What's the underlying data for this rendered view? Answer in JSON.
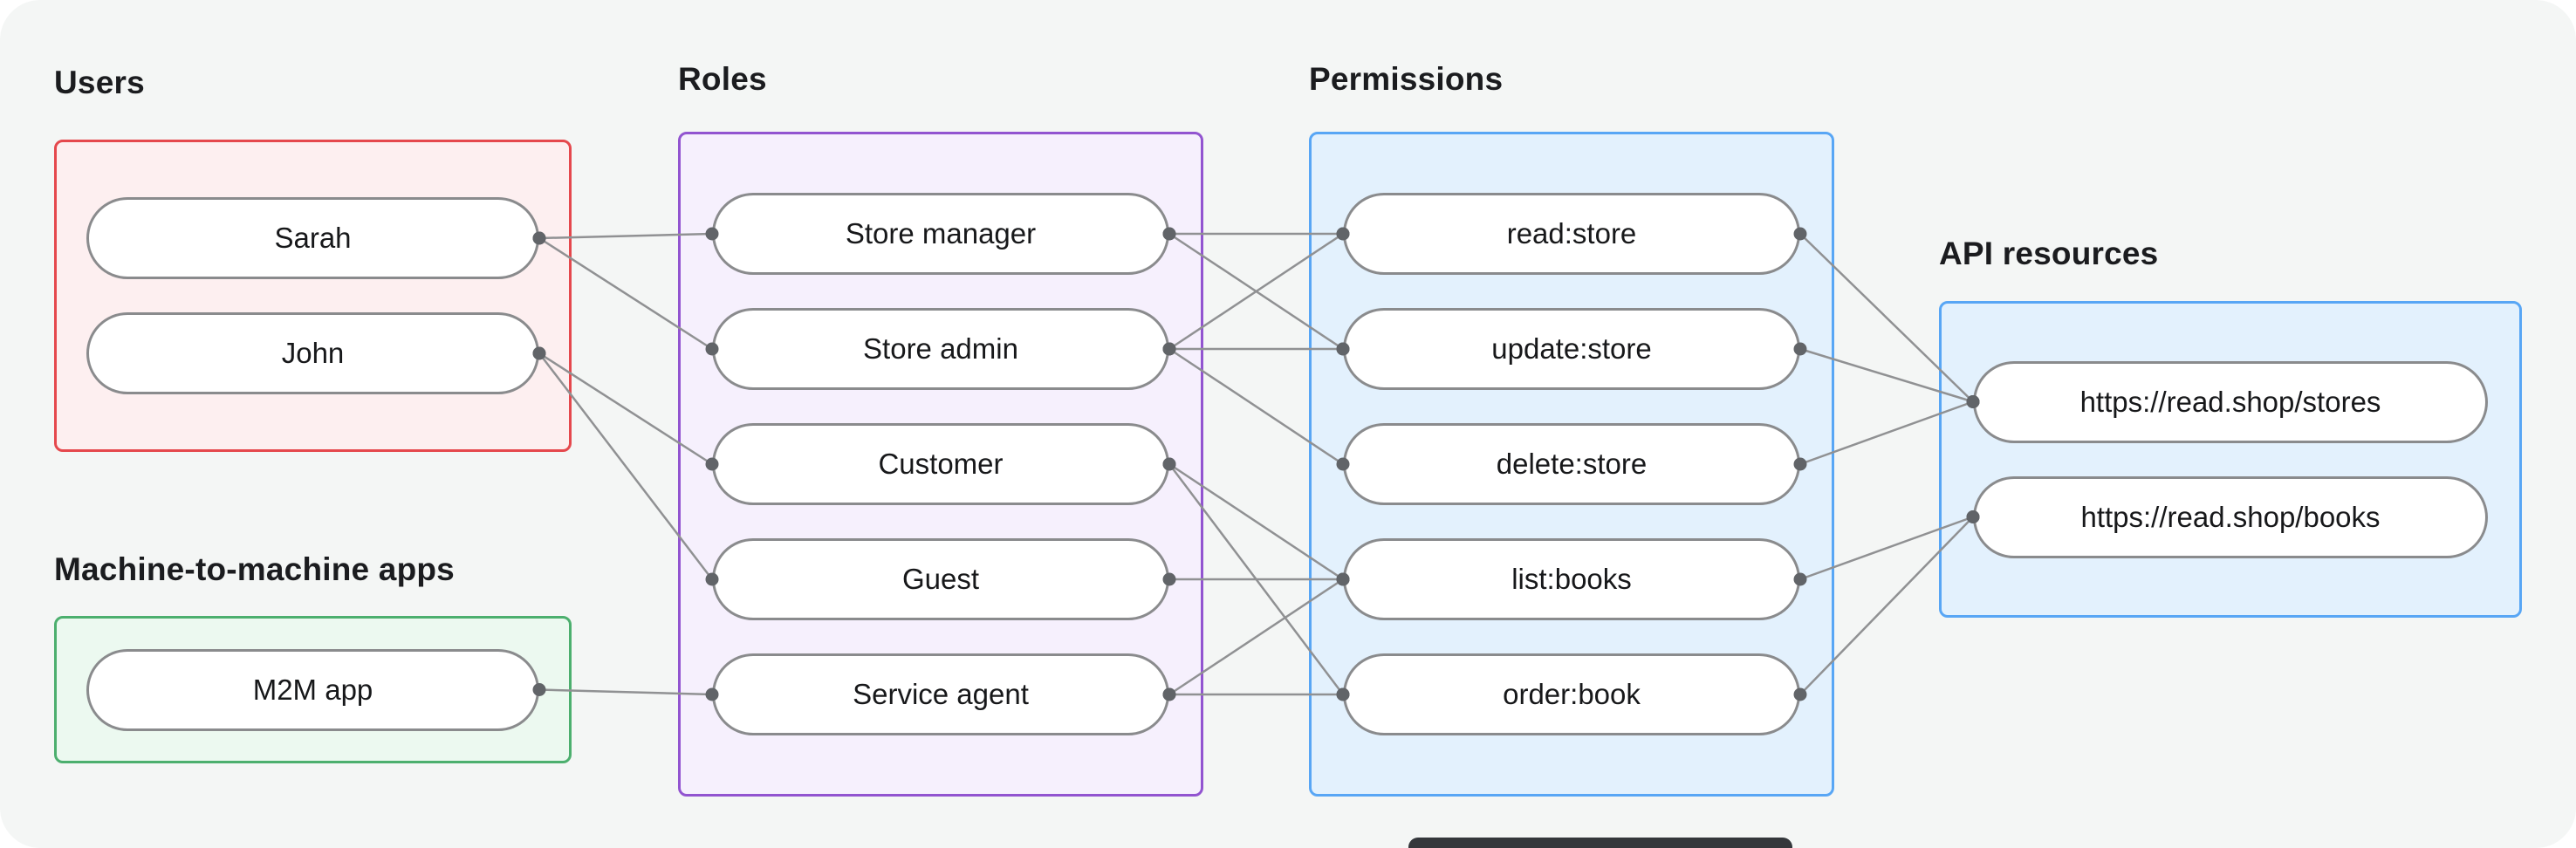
{
  "canvas": {
    "background": "#f4f6f5"
  },
  "groups": [
    {
      "id": "users",
      "label": "Users",
      "accent": "#e5484d",
      "fill": "#fdeff0",
      "nodes": [
        {
          "id": "sarah",
          "label": "Sarah"
        },
        {
          "id": "john",
          "label": "John"
        }
      ]
    },
    {
      "id": "m2m",
      "label": "Machine-to-machine apps",
      "accent": "#4caf6e",
      "fill": "#ecf9f0",
      "nodes": [
        {
          "id": "m2m-app",
          "label": "M2M app"
        }
      ]
    },
    {
      "id": "roles",
      "label": "Roles",
      "accent": "#9254d0",
      "fill": "#f6f0fd",
      "nodes": [
        {
          "id": "store-manager",
          "label": "Store manager"
        },
        {
          "id": "store-admin",
          "label": "Store admin"
        },
        {
          "id": "customer",
          "label": "Customer"
        },
        {
          "id": "guest",
          "label": "Guest"
        },
        {
          "id": "service-agent",
          "label": "Service agent"
        }
      ]
    },
    {
      "id": "permissions",
      "label": "Permissions",
      "accent": "#58a6f5",
      "fill": "#e3f1fd",
      "nodes": [
        {
          "id": "read-store",
          "label": "read:store"
        },
        {
          "id": "update-store",
          "label": "update:store"
        },
        {
          "id": "delete-store",
          "label": "delete:store"
        },
        {
          "id": "list-books",
          "label": "list:books"
        },
        {
          "id": "order-book",
          "label": "order:book"
        }
      ]
    },
    {
      "id": "api",
      "label": "API resources",
      "accent": "#58a6f5",
      "fill": "#e3f1fd",
      "nodes": [
        {
          "id": "stores",
          "label": "https://read.shop/stores"
        },
        {
          "id": "books",
          "label": "https://read.shop/books"
        }
      ]
    }
  ],
  "edges": [
    {
      "from": "sarah",
      "to": "store-manager"
    },
    {
      "from": "sarah",
      "to": "store-admin"
    },
    {
      "from": "john",
      "to": "customer"
    },
    {
      "from": "john",
      "to": "guest"
    },
    {
      "from": "m2m-app",
      "to": "service-agent"
    },
    {
      "from": "store-manager",
      "to": "read-store"
    },
    {
      "from": "store-manager",
      "to": "update-store"
    },
    {
      "from": "store-admin",
      "to": "read-store"
    },
    {
      "from": "store-admin",
      "to": "update-store"
    },
    {
      "from": "store-admin",
      "to": "delete-store"
    },
    {
      "from": "customer",
      "to": "list-books"
    },
    {
      "from": "customer",
      "to": "order-book"
    },
    {
      "from": "guest",
      "to": "list-books"
    },
    {
      "from": "service-agent",
      "to": "list-books"
    },
    {
      "from": "service-agent",
      "to": "order-book"
    },
    {
      "from": "read-store",
      "to": "stores"
    },
    {
      "from": "update-store",
      "to": "stores"
    },
    {
      "from": "delete-store",
      "to": "stores"
    },
    {
      "from": "list-books",
      "to": "books"
    },
    {
      "from": "order-book",
      "to": "books"
    }
  ],
  "style": {
    "line_color": "#909193",
    "dot_color": "#616468",
    "node_border": "#8a8b8d",
    "partial_bar_color": "#34373b"
  }
}
